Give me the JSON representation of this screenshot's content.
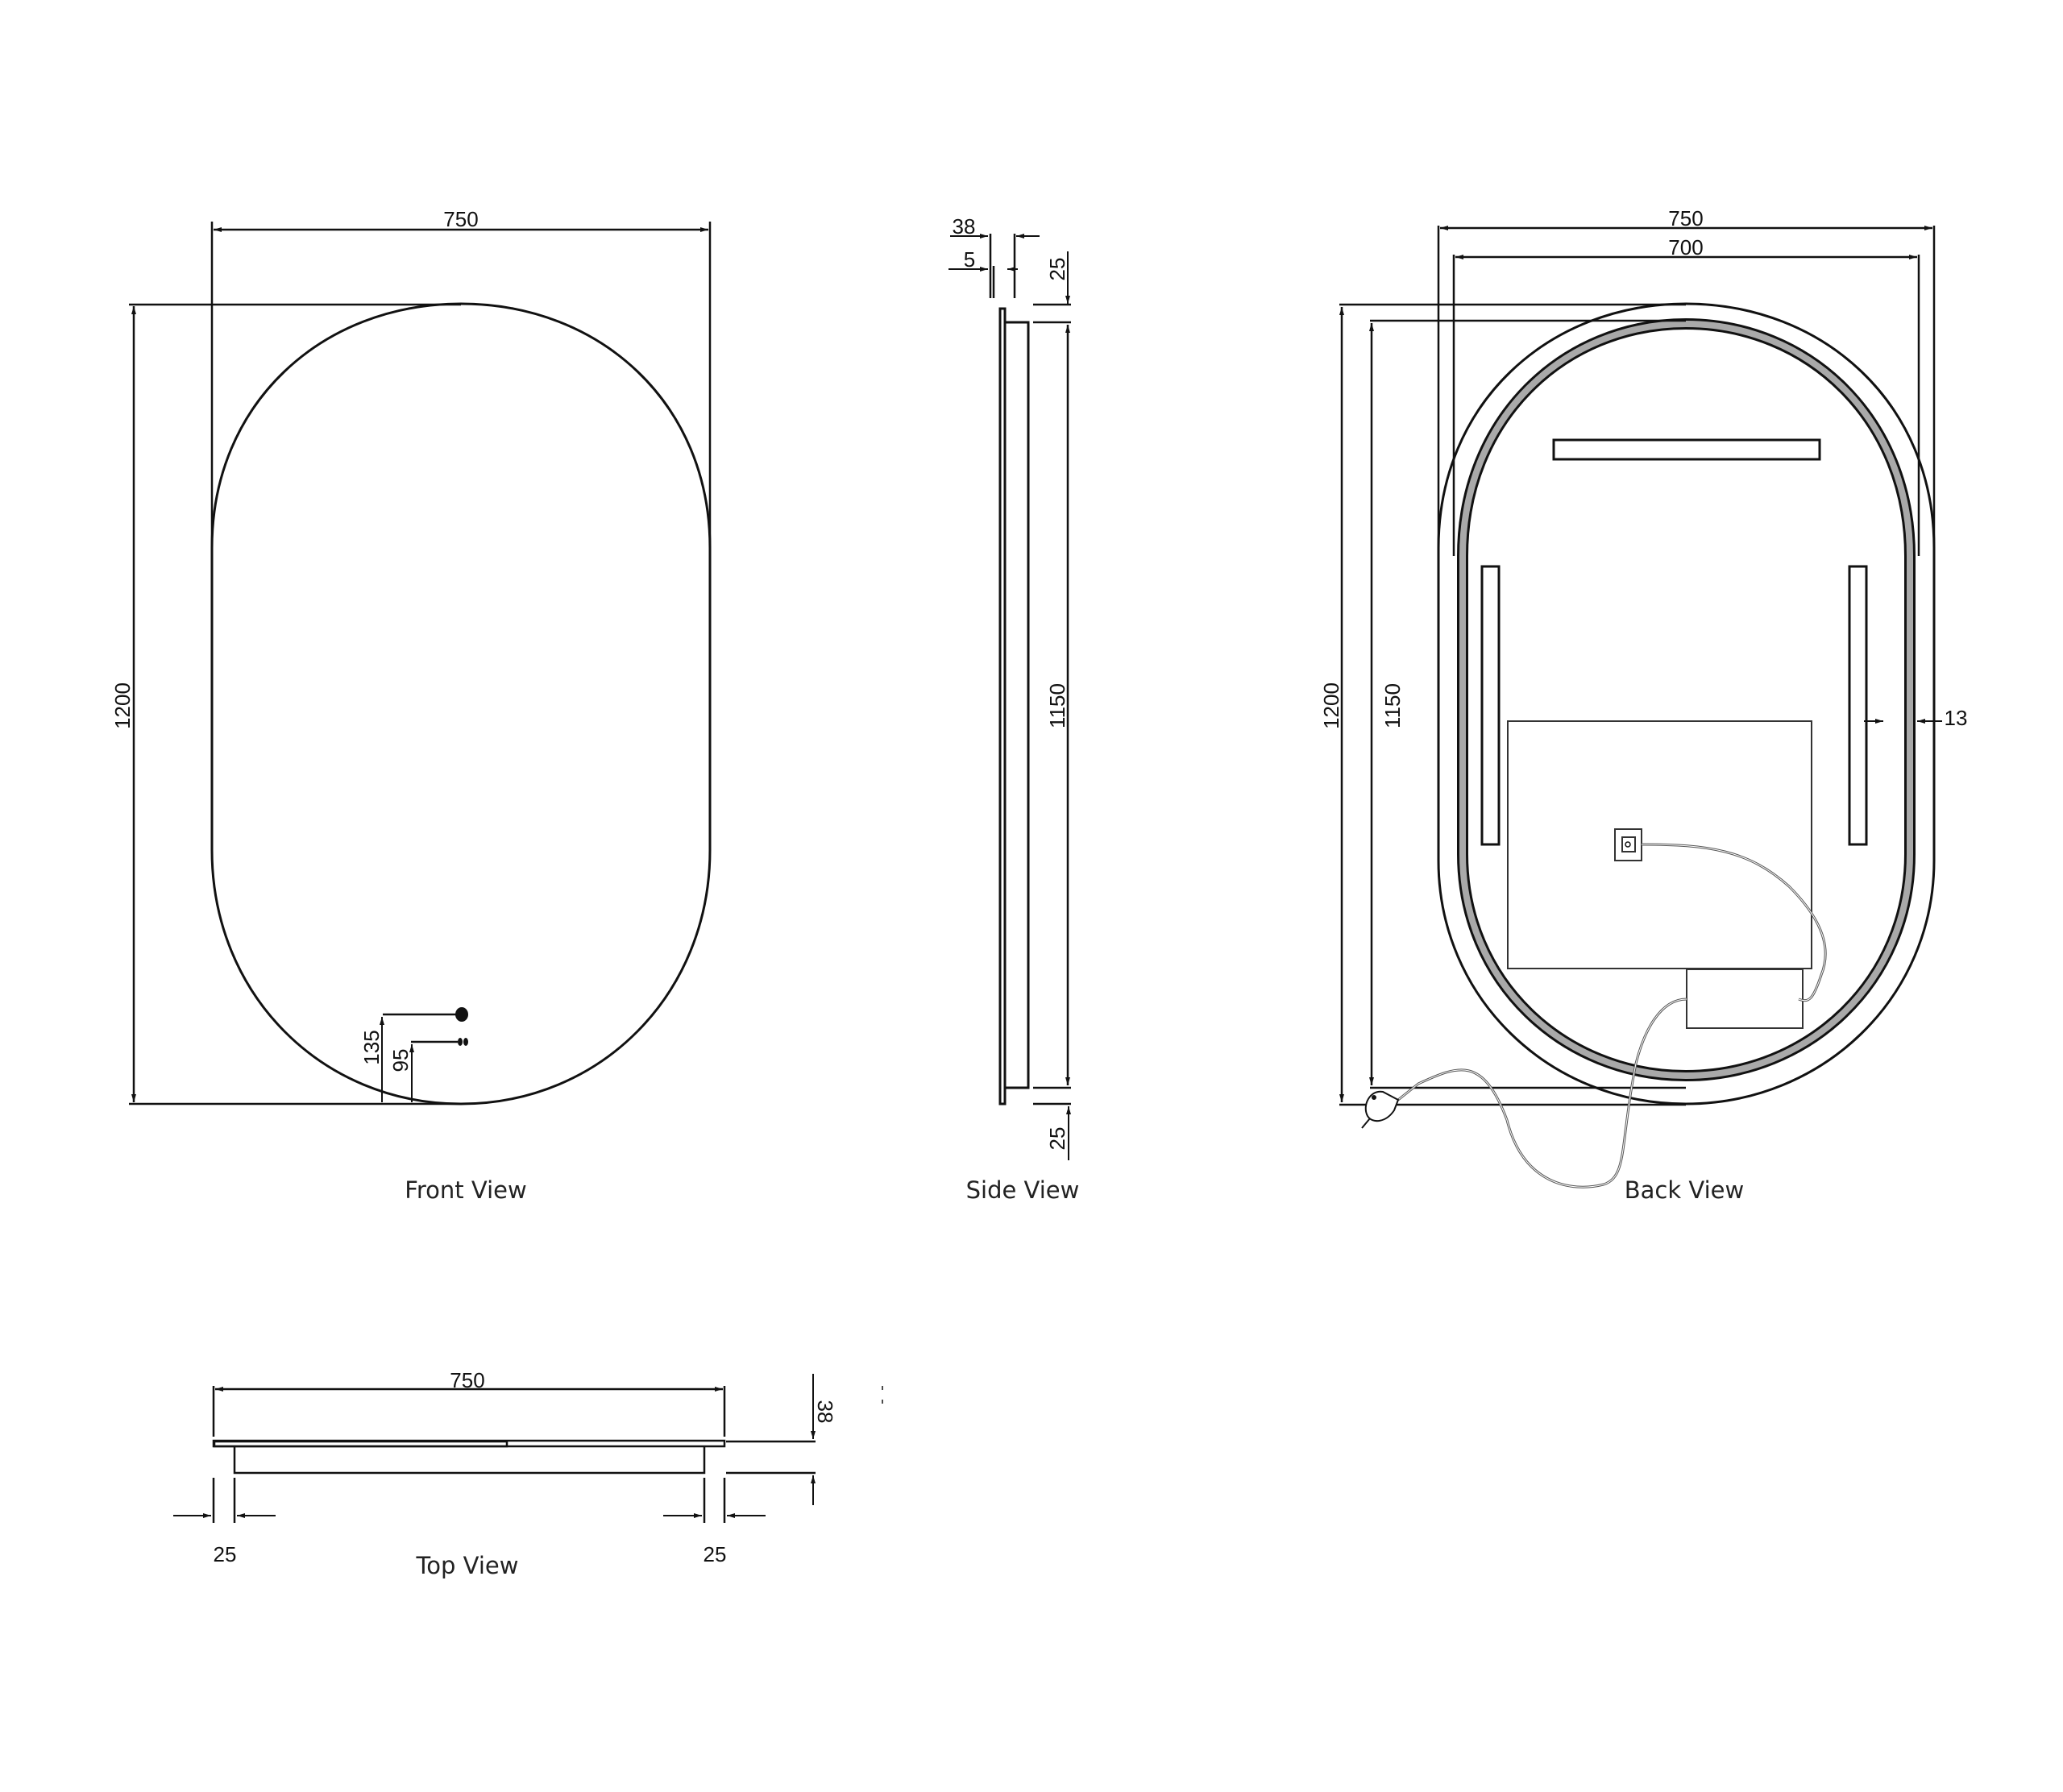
{
  "diagram": {
    "type": "technical drawing",
    "subject": "Oval LED mirror",
    "units": "mm",
    "colors": {
      "line": "#111111",
      "led_strip": "#a9a9a9",
      "cable": "#555555",
      "background": "#ffffff"
    }
  },
  "front_view": {
    "label": "Front View",
    "width_dim": "750",
    "height_dim": "1200",
    "sensor_upper_dim": "135",
    "sensor_lower_dim": "95"
  },
  "side_view": {
    "label": "Side View",
    "depth_dim": "38",
    "glass_dim": "5",
    "top_offset_dim": "25",
    "frame_height_dim": "1150",
    "bottom_offset_dim": "25"
  },
  "back_view": {
    "label": "Back View",
    "outer_width_dim": "750",
    "inner_width_dim": "700",
    "outer_height_dim": "1200",
    "inner_height_dim": "1150",
    "led_strip_width_dim": "13"
  },
  "top_view": {
    "label": "Top View",
    "width_dim": "750",
    "depth_dim": "38",
    "left_inset_dim": "25",
    "right_inset_dim": "25"
  }
}
